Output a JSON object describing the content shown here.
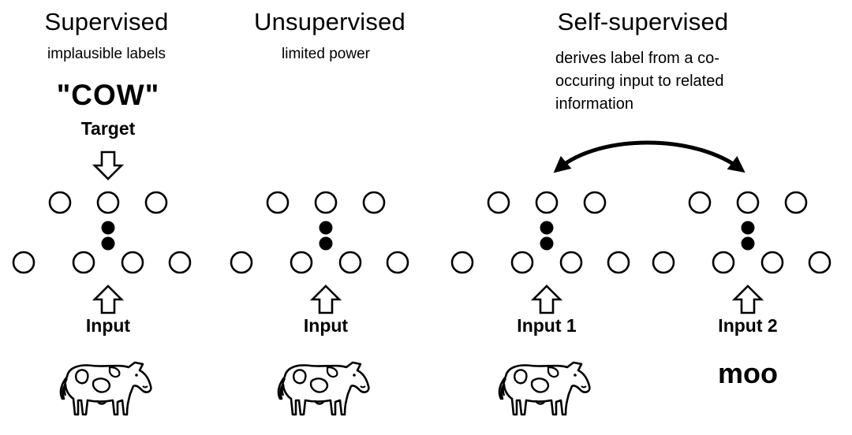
{
  "panels": [
    {
      "id": "supervised",
      "title": "Supervised",
      "subtitle": "implausible labels",
      "target_word": "\"COW\"",
      "target_label": "Target",
      "networks": [
        {
          "input_label": "Input",
          "input_kind": "cow-image"
        }
      ]
    },
    {
      "id": "unsupervised",
      "title": "Unsupervised",
      "subtitle": "limited power",
      "networks": [
        {
          "input_label": "Input",
          "input_kind": "cow-image"
        }
      ]
    },
    {
      "id": "self-supervised",
      "title": "Self-supervised",
      "description": "derives label from a co-occuring input to related information",
      "networks": [
        {
          "input_label": "Input 1",
          "input_kind": "cow-image"
        },
        {
          "input_label": "Input 2",
          "input_kind": "text",
          "input_text": "moo"
        }
      ]
    }
  ],
  "colors": {
    "stroke": "#000000",
    "fill": "#ffffff"
  },
  "icons": [
    "up-arrow-icon",
    "down-arrow-icon",
    "double-headed-curved-arrow-icon",
    "cow-icon"
  ]
}
